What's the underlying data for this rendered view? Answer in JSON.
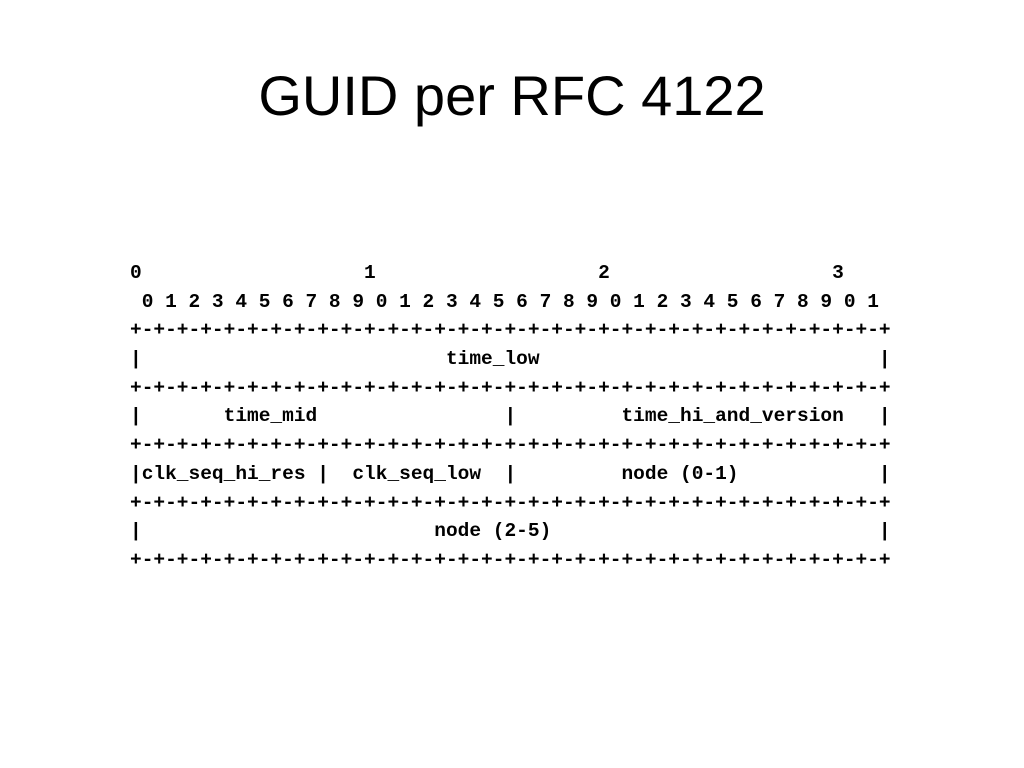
{
  "slide": {
    "title": "GUID per RFC 4122"
  },
  "diagram": {
    "lines": [
      "0                   1                   2                   3",
      " 0 1 2 3 4 5 6 7 8 9 0 1 2 3 4 5 6 7 8 9 0 1 2 3 4 5 6 7 8 9 0 1",
      "+-+-+-+-+-+-+-+-+-+-+-+-+-+-+-+-+-+-+-+-+-+-+-+-+-+-+-+-+-+-+-+-+",
      "|                          time_low                             |",
      "+-+-+-+-+-+-+-+-+-+-+-+-+-+-+-+-+-+-+-+-+-+-+-+-+-+-+-+-+-+-+-+-+",
      "|       time_mid                |         time_hi_and_version   |",
      "+-+-+-+-+-+-+-+-+-+-+-+-+-+-+-+-+-+-+-+-+-+-+-+-+-+-+-+-+-+-+-+-+",
      "|clk_seq_hi_res |  clk_seq_low  |         node (0-1)            |",
      "+-+-+-+-+-+-+-+-+-+-+-+-+-+-+-+-+-+-+-+-+-+-+-+-+-+-+-+-+-+-+-+-+",
      "|                         node (2-5)                            |",
      "+-+-+-+-+-+-+-+-+-+-+-+-+-+-+-+-+-+-+-+-+-+-+-+-+-+-+-+-+-+-+-+-+"
    ]
  }
}
